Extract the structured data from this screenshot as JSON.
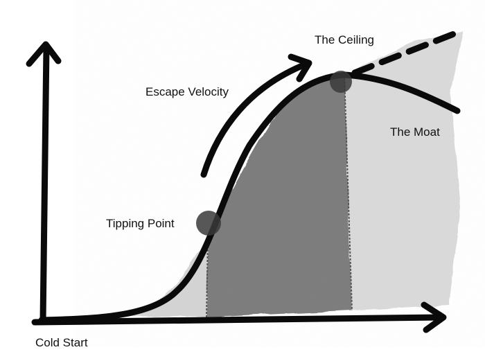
{
  "diagram": {
    "labels": {
      "cold_start": "Cold Start",
      "tipping_point": "Tipping Point",
      "escape_velocity": "Escape Velocity",
      "ceiling": "The Ceiling",
      "moat": "The Moat"
    },
    "colors": {
      "ink": "#0a0a0a",
      "light_region": "#d4d4d4",
      "dark_region": "#7c7c7c",
      "moat_region": "#dadada",
      "marker": "#3a3a3a"
    }
  }
}
